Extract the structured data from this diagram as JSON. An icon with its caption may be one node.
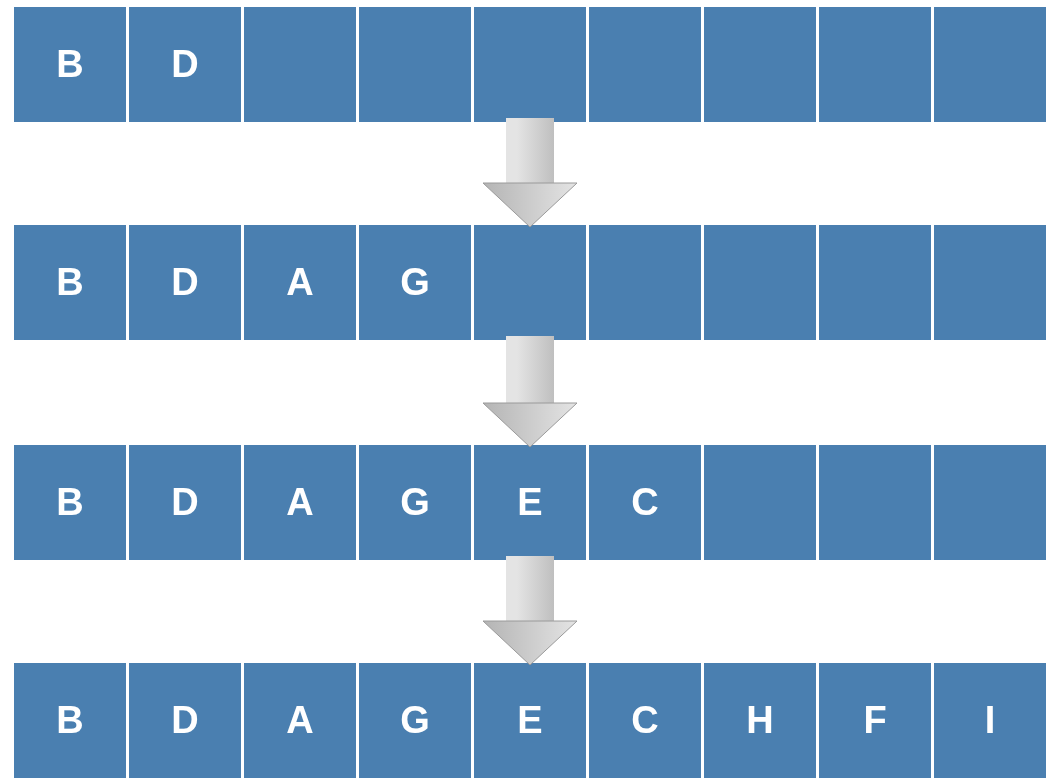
{
  "diagram": {
    "nodes": [
      {
        "text": [
          "B"
        ]
      },
      {
        "text": [
          "D"
        ]
      },
      {
        "text": [],
        "shape": "box"
      },
      {
        "text": [],
        "shape": "box"
      },
      {
        "text": [],
        "shape": "box"
      },
      {
        "text": [],
        "shape": "box"
      },
      {
        "text": [],
        "shape": "box"
      },
      {
        "text": [],
        "shape": "box"
      },
      {
        "text": [],
        "shape": "box"
      },
      {
        "text": [
          "B"
        ]
      },
      {
        "text": [
          "D"
        ]
      },
      {
        "text": [
          "A"
        ]
      },
      {
        "text": [
          "G"
        ]
      },
      {
        "text": [],
        "shape": "box"
      },
      {
        "text": [],
        "shape": "box"
      },
      {
        "text": [],
        "shape": "box"
      },
      {
        "text": [],
        "shape": "box"
      },
      {
        "text": [],
        "shape": "box"
      },
      {
        "text": [
          "B"
        ]
      },
      {
        "text": [
          "D"
        ]
      },
      {
        "text": [
          "A"
        ]
      },
      {
        "text": [
          "G"
        ]
      },
      {
        "text": [
          "E"
        ]
      },
      {
        "text": [
          "C"
        ]
      },
      {
        "text": [],
        "shape": "box"
      },
      {
        "text": [],
        "shape": "box"
      },
      {
        "text": [],
        "shape": "box"
      },
      {
        "text": [
          "B"
        ]
      },
      {
        "text": [
          "D"
        ]
      },
      {
        "text": [
          "A"
        ]
      },
      {
        "text": [
          "G"
        ]
      },
      {
        "text": [
          "E"
        ]
      },
      {
        "text": [
          "C"
        ]
      },
      {
        "text": [
          "H"
        ]
      },
      {
        "text": [
          "F"
        ]
      },
      {
        "text": [
          "I"
        ]
      }
    ],
    "edges": [
      {
        "from": 4,
        "to": 13,
        "arrow": "to"
      },
      {
        "from": 13,
        "to": 22,
        "arrow": "to"
      },
      {
        "from": 22,
        "to": 31,
        "arrow": "to"
      }
    ]
  }
}
